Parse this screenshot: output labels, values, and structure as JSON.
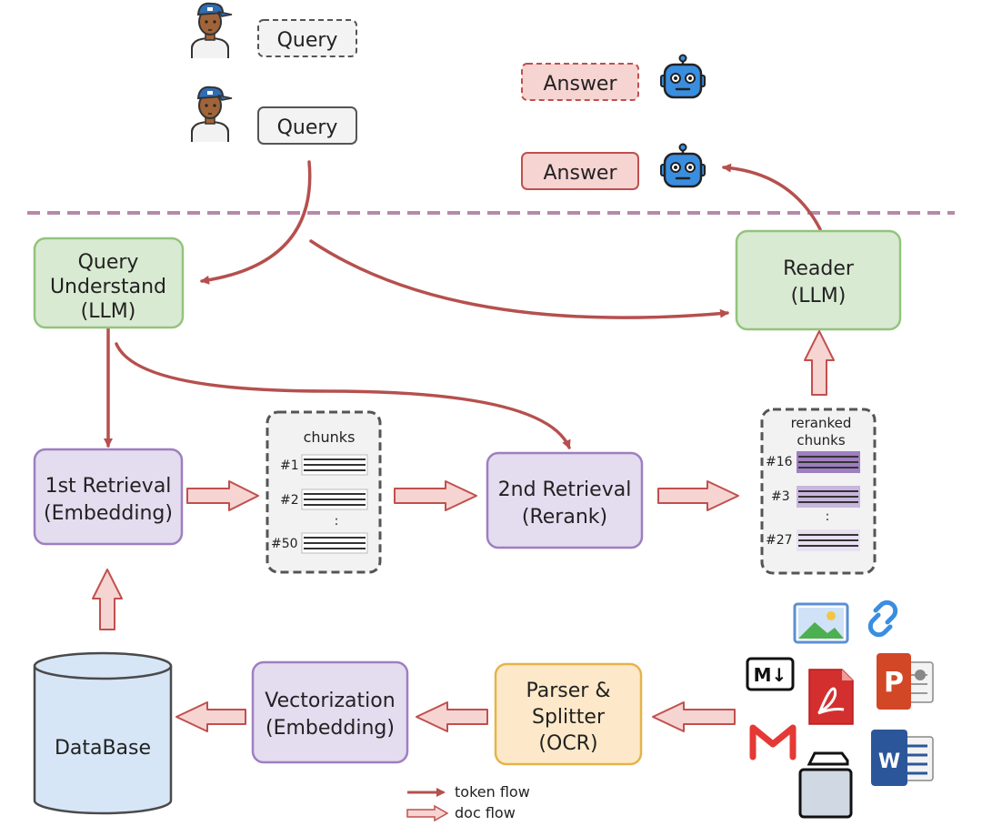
{
  "user_queries": [
    {
      "label": "Query",
      "style": "dashed"
    },
    {
      "label": "Query",
      "style": "solid"
    }
  ],
  "bot_answers": [
    {
      "label": "Answer",
      "style": "dashed"
    },
    {
      "label": "Answer",
      "style": "solid"
    }
  ],
  "nodes": {
    "query_understand": {
      "lines": [
        "Query",
        "Understand",
        "(LLM)"
      ]
    },
    "reader": {
      "lines": [
        "Reader",
        "(LLM)"
      ]
    },
    "first_retrieval": {
      "lines": [
        "1st Retrieval",
        "(Embedding)"
      ]
    },
    "second_retrieval": {
      "lines": [
        "2nd Retrieval",
        "(Rerank)"
      ]
    },
    "vectorization": {
      "lines": [
        "Vectorization",
        "(Embedding)"
      ]
    },
    "parser": {
      "lines": [
        "Parser &",
        "Splitter",
        "(OCR)"
      ]
    },
    "database": {
      "label": "DataBase"
    }
  },
  "chunks_box": {
    "title": "chunks",
    "items": [
      "#1",
      "#2",
      "#50"
    ],
    "ellipsis": ":"
  },
  "reranked_box": {
    "title_lines": [
      "reranked",
      "chunks"
    ],
    "items": [
      "#16",
      "#3",
      "#27"
    ],
    "ellipsis": ":"
  },
  "doc_icons": {
    "markdown": "M↓"
  },
  "legend": {
    "token_flow": "token flow",
    "doc_flow": "doc flow"
  },
  "colors": {
    "token_arrow": "#b5504e",
    "doc_arrow_fill": "#f6d4d2",
    "doc_arrow_stroke": "#c0504d",
    "green_fill": "#d9ead3",
    "green_stroke": "#93c47d",
    "purple_fill": "#e4dcef",
    "purple_stroke": "#9e7fc0",
    "orange_fill": "#fde9c9",
    "orange_stroke": "#e6b34a",
    "blue_fill": "#d7e6f7",
    "blue_stroke": "#4a4a4a",
    "answer_fill": "#f6d4d2",
    "answer_stroke": "#c0504d",
    "divider": "#b58aa8"
  }
}
